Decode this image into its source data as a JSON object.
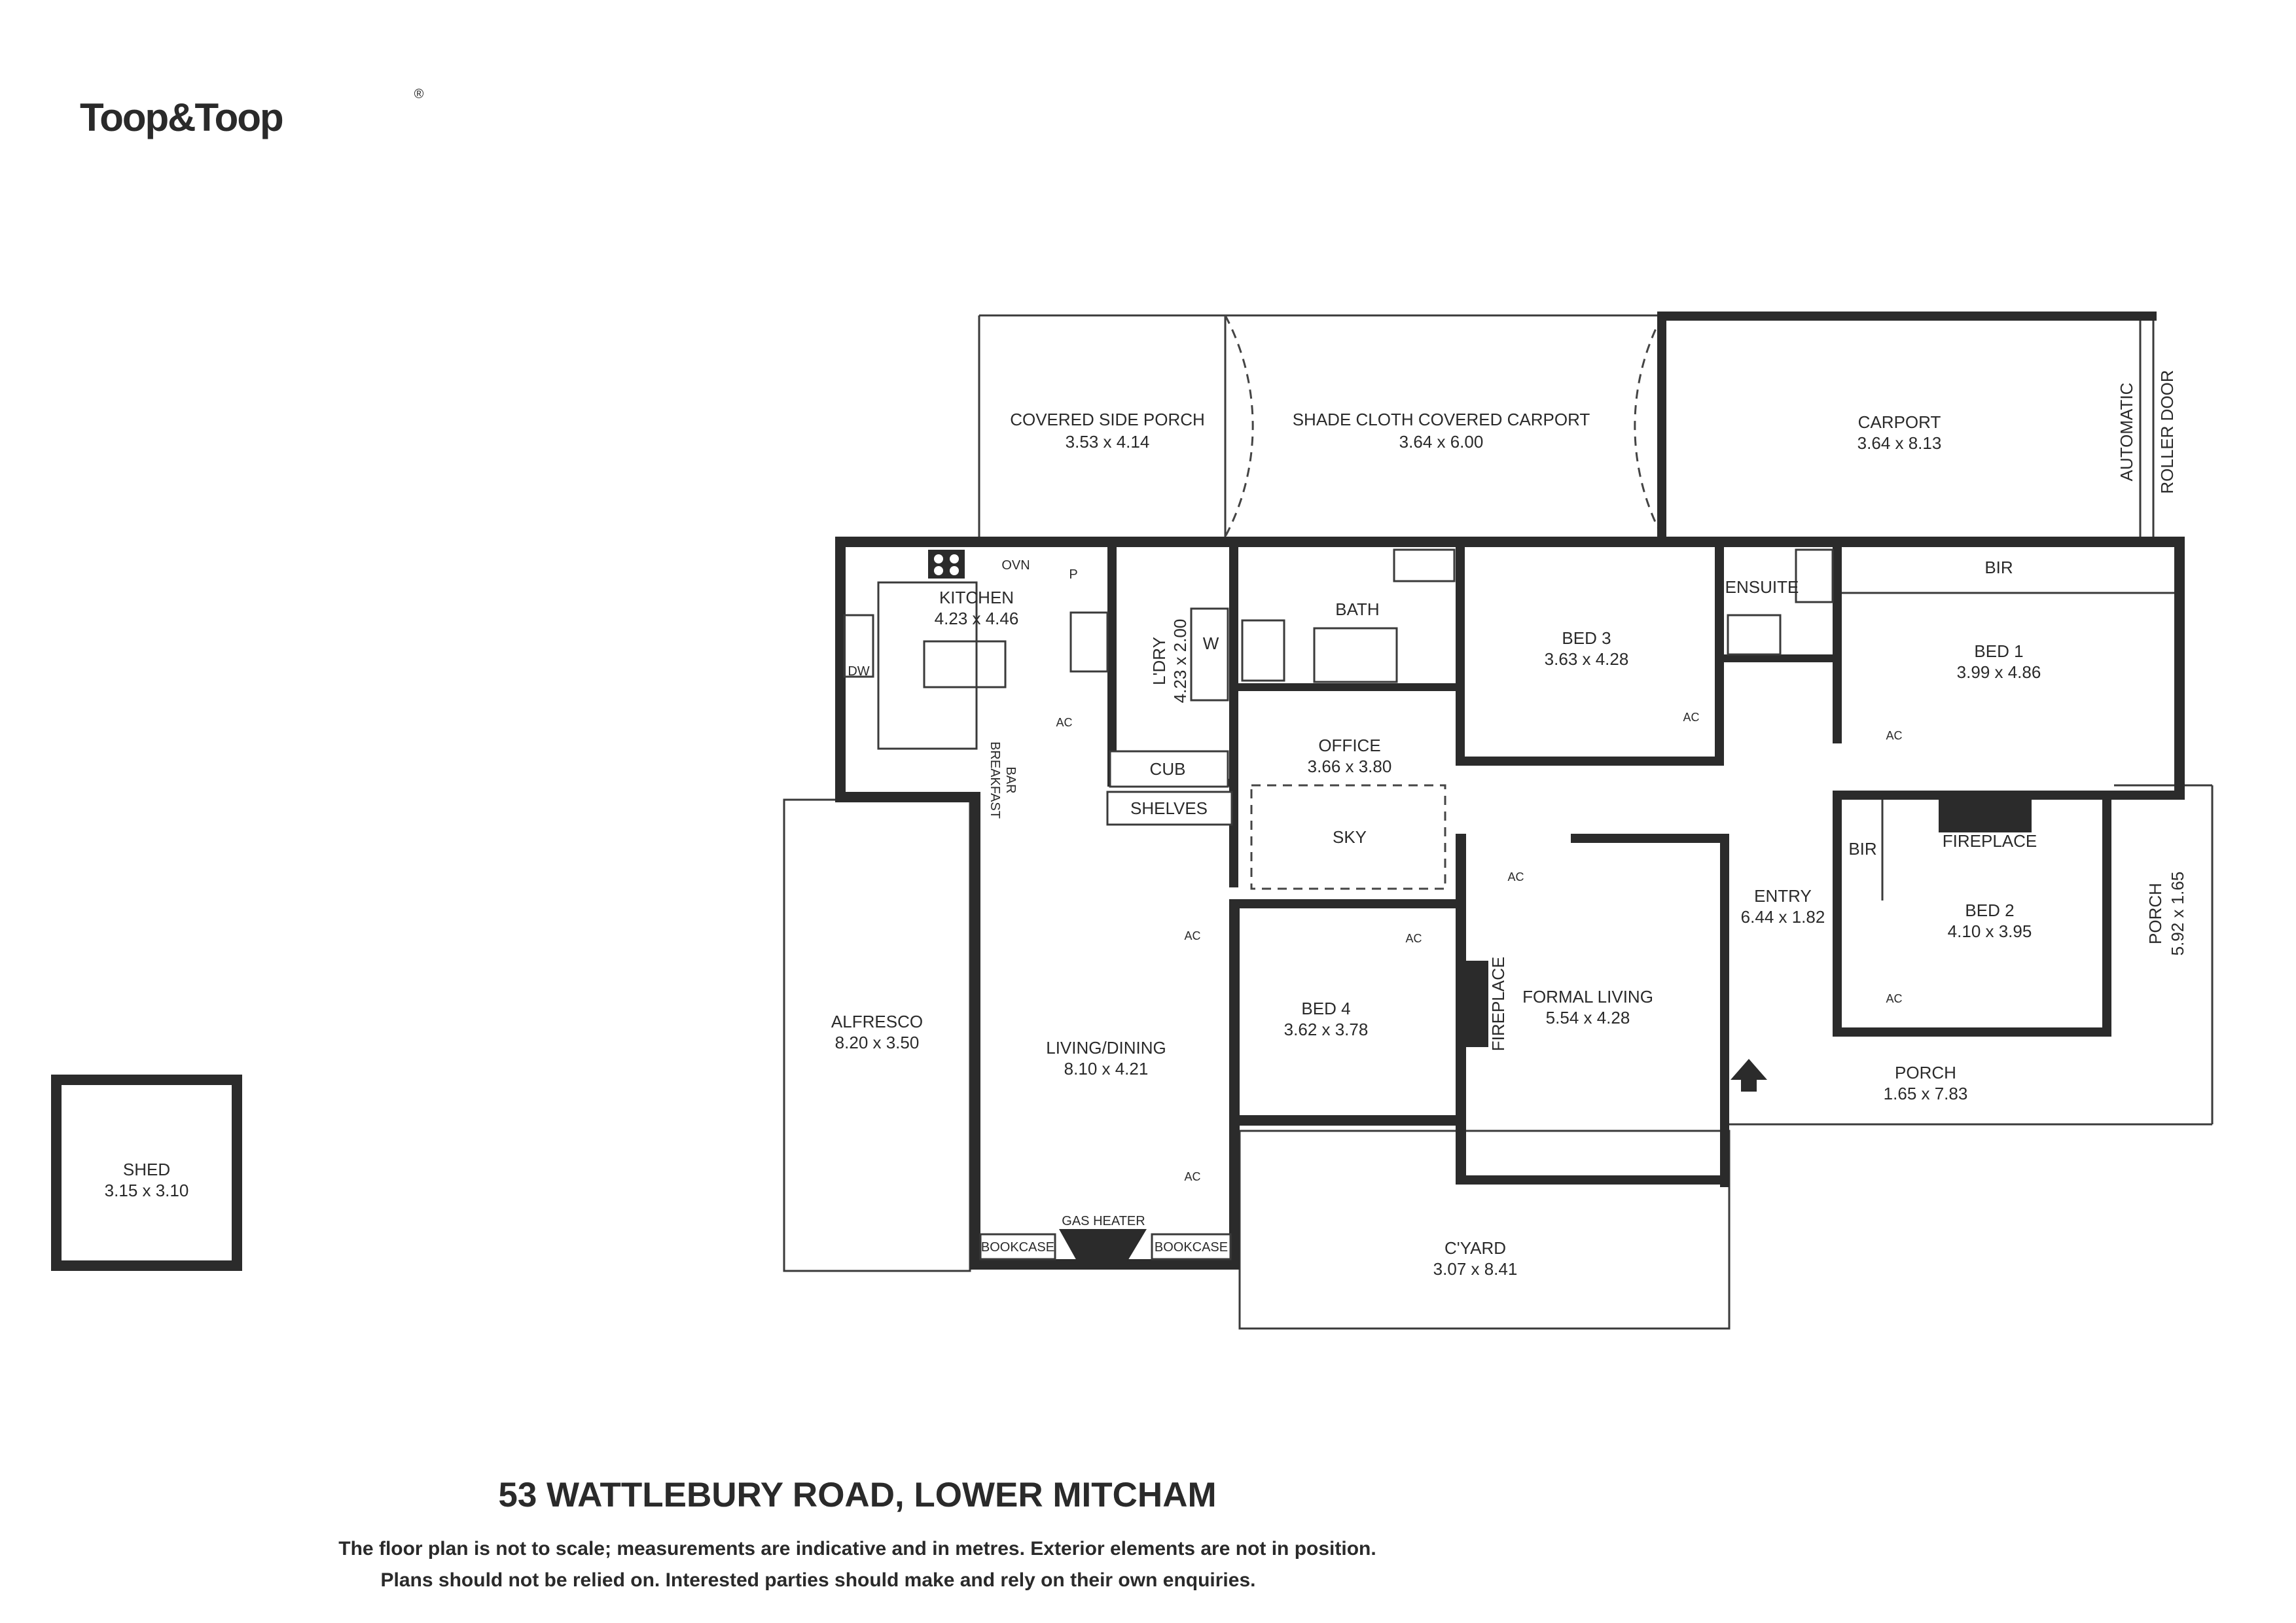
{
  "brand": "Toop&Toop",
  "address": "53 WATTLEBURY ROAD, LOWER MITCHAM",
  "disclaimer": [
    "The floor plan is not to scale; measurements are indicative and in metres. Exterior elements are not in position.",
    "Plans should not be relied on. Interested parties should make and rely on their own enquiries."
  ],
  "rooms": {
    "covered_side_porch": {
      "name": "COVERED SIDE PORCH",
      "size": "3.53 x 4.14"
    },
    "shade_carport": {
      "name": "SHADE CLOTH COVERED CARPORT",
      "size": "3.64 x 6.00"
    },
    "carport": {
      "name": "CARPORT",
      "size": "3.64 x 8.13"
    },
    "kitchen": {
      "name": "KITCHEN",
      "size": "4.23 x 4.46"
    },
    "laundry": {
      "name": "L'DRY",
      "size": "4.23 x 2.00"
    },
    "bed3": {
      "name": "BED 3",
      "size": "3.63 x 4.28"
    },
    "bed1": {
      "name": "BED 1",
      "size": "3.99 x 4.86"
    },
    "office": {
      "name": "OFFICE",
      "size": "3.66 x 3.80"
    },
    "entry": {
      "name": "ENTRY",
      "size": "6.44 x 1.82"
    },
    "bed2": {
      "name": "BED 2",
      "size": "4.10 x 3.95"
    },
    "porch_side": {
      "name": "PORCH",
      "size": "5.92 x 1.65"
    },
    "alfresco": {
      "name": "ALFRESCO",
      "size": "8.20 x 3.50"
    },
    "living_dining": {
      "name": "LIVING/DINING",
      "size": "8.10 x 4.21"
    },
    "bed4": {
      "name": "BED 4",
      "size": "3.62 x 3.78"
    },
    "formal_living": {
      "name": "FORMAL LIVING",
      "size": "5.54 x 4.28"
    },
    "porch_front": {
      "name": "PORCH",
      "size": "1.65 x 7.83"
    },
    "shed": {
      "name": "SHED",
      "size": "3.15 x 3.10"
    },
    "courtyard": {
      "name": "C'YARD",
      "size": "3.07 x 8.41"
    }
  },
  "labels": {
    "bath": "BATH",
    "ensuite": "ENSUITE",
    "bir": "BIR",
    "sky": "SKY",
    "fireplace": "FIREPLACE",
    "cub": "CUB",
    "shelves": "SHELVES",
    "gas_heater": "GAS HEATER",
    "bookcase": "BOOKCASE",
    "ovn": "OVN",
    "pantry": "P",
    "washer": "W",
    "dw": "DW",
    "breakfast_1": "BREAKFAST",
    "breakfast_2": "BAR",
    "automatic": "AUTOMATIC",
    "roller_door": "ROLLER DOOR",
    "ac": "AC"
  }
}
